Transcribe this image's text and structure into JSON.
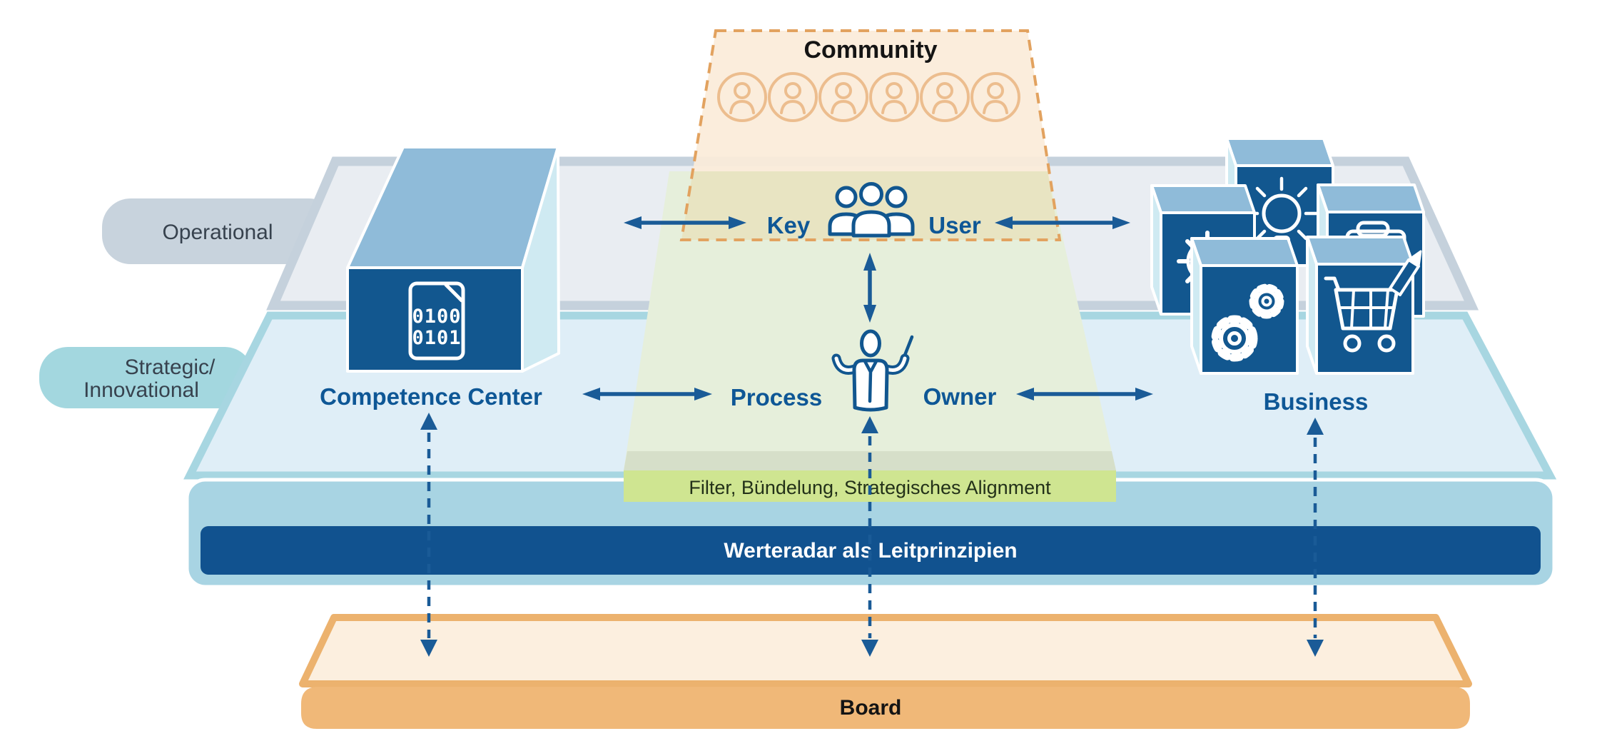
{
  "community": {
    "title": "Community",
    "member_count": 6
  },
  "tabs": {
    "operational": "Operational",
    "strategic_line1": "Strategic/",
    "strategic_line2": "Innovational"
  },
  "roles": {
    "competence_center": "Competence Center",
    "key": "Key",
    "user": "User",
    "process": "Process",
    "owner": "Owner",
    "business": "Business"
  },
  "bars": {
    "filter": "Filter, Bündelung, Strategisches Alignment",
    "werteradar": "Werteradar als Leitprinzipien",
    "board": "Board"
  },
  "binary_document": {
    "line1": "0100",
    "line2": "0101"
  },
  "icons": [
    "user-avatar-icon",
    "users-group-icon",
    "conductor-icon",
    "binary-document-icon",
    "helm-icon",
    "lightbulb-icon",
    "briefcase-pencil-icon",
    "gears-icon",
    "shopping-cart-icon"
  ],
  "colors": {
    "accent_dark_blue": "#11568F",
    "label_blue": "#0E5796",
    "arrow_blue": "#1A5B97",
    "box_top_blue": "#8FBBD9",
    "box_side_cyan": "#CFEAF2",
    "platform_front": "#A8D4E3",
    "operational_fill": "#E9EDF2",
    "operational_border": "#C5D1DC",
    "operational_tab": "#C8D3DD",
    "strategic_fill": "#DFEEF7",
    "strategic_border": "#A7D6E1",
    "strategic_tab": "#A3D7DF",
    "werteradar_bar": "#11528F",
    "filter_bar": "#CFE591",
    "funnel_green": "#E6EFDB",
    "funnel_overlap_khaki": "#E8E4C2",
    "community_fill": "#FBEBD9",
    "community_border": "#E2A25F",
    "community_icon": "#ECBD8E",
    "board_front": "#F0B878",
    "board_top": "#FCEFDF",
    "board_border": "#ECB26E"
  }
}
